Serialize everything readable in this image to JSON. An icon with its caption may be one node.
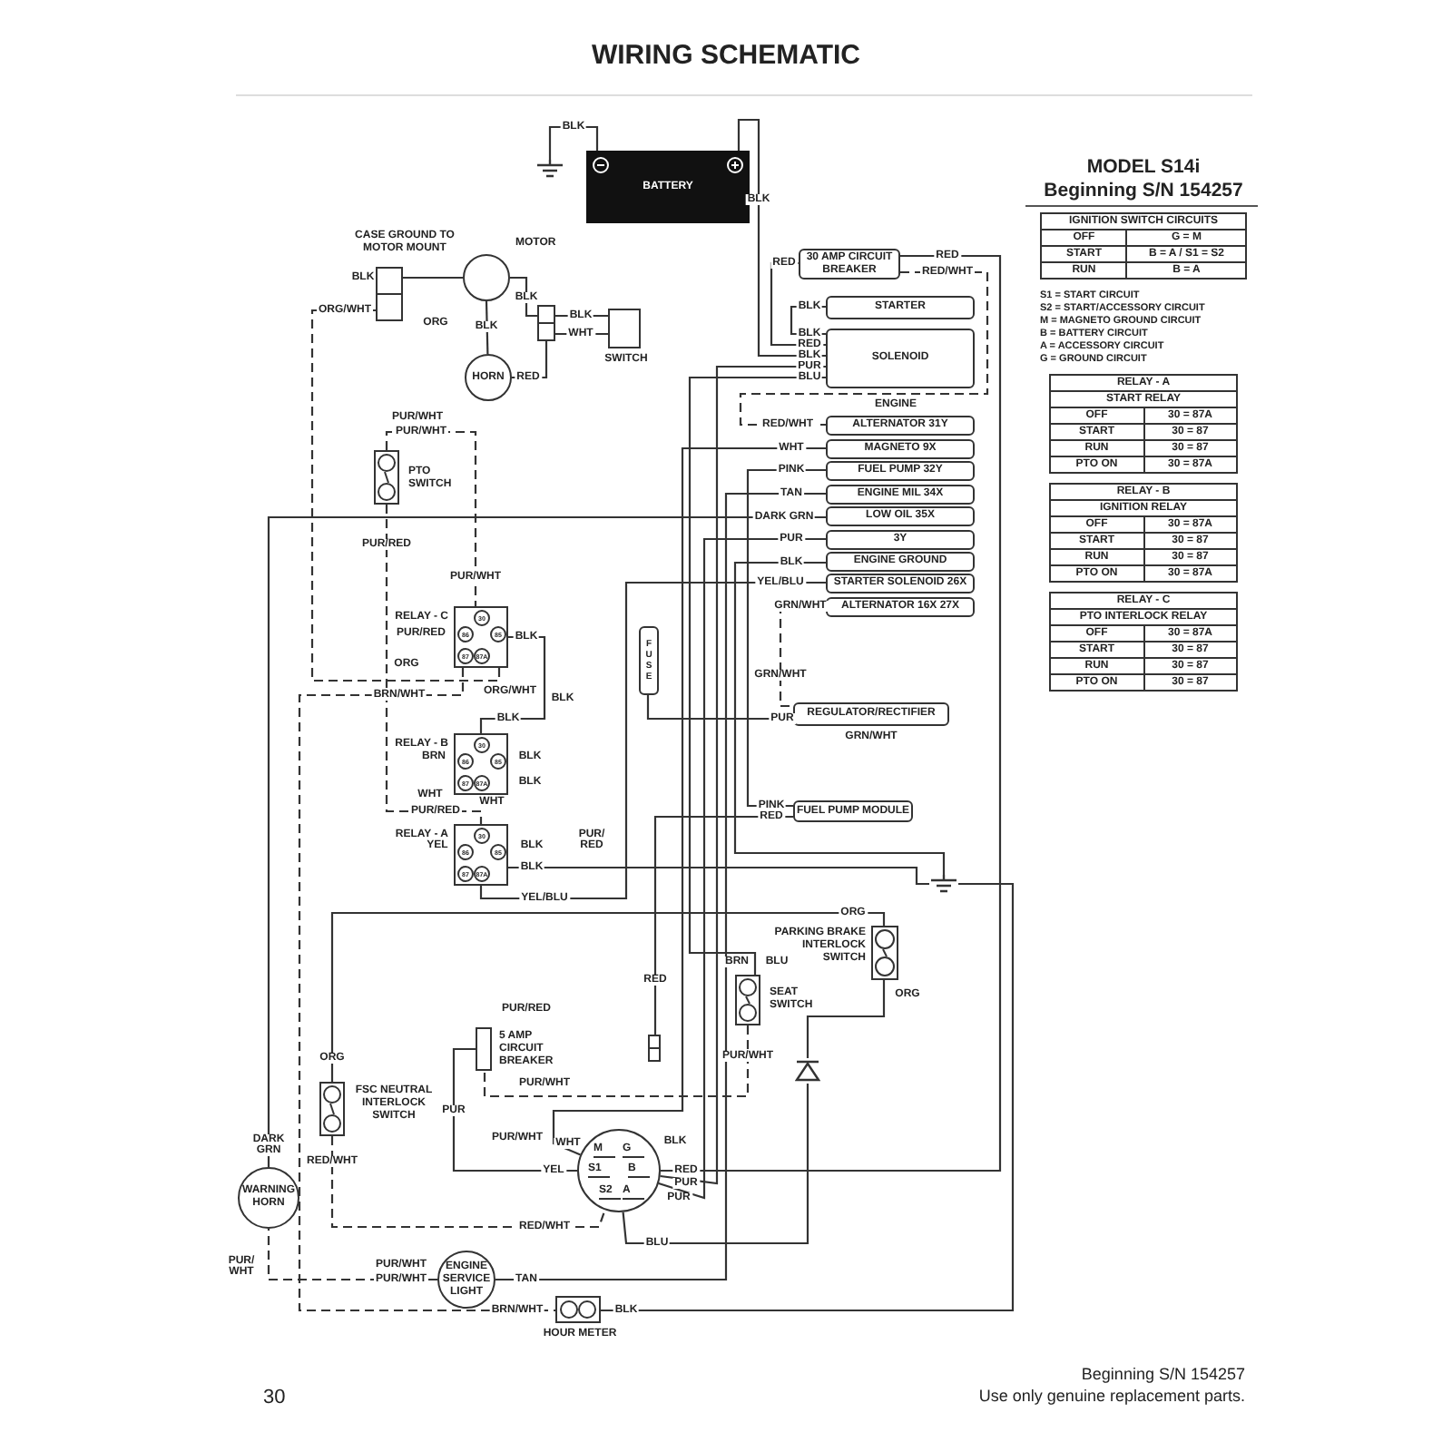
{
  "diagram": {
    "title": "WIRING SCHEMATIC",
    "nodes": [
      {
        "text": [
          "BATTERY"
        ]
      },
      {
        "text": [],
        "shape": "ground"
      },
      {
        "text": [
          "30 AMP CIRCUIT BREAKER"
        ]
      },
      {
        "text": [
          "STARTER"
        ]
      },
      {
        "text": [
          "SOLENOID"
        ]
      },
      {
        "text": [
          "ALTERNATOR 31Y"
        ]
      },
      {
        "text": [
          "MAGNETO 9X"
        ]
      },
      {
        "text": [
          "FUEL PUMP 32Y"
        ]
      },
      {
        "text": [
          "ENGINE MIL 34X"
        ]
      },
      {
        "text": [
          "LOW OIL 35X"
        ]
      },
      {
        "text": [
          "3Y"
        ]
      },
      {
        "text": [
          "ENGINE GROUND"
        ]
      },
      {
        "text": [
          "STARTER SOLENOID 26X"
        ]
      },
      {
        "text": [
          "ALTERNATOR 16X 27X"
        ]
      },
      {
        "text": [],
        "shape": "connector"
      },
      {
        "text": [
          "MOTOR"
        ]
      },
      {
        "text": [],
        "shape": "connector"
      },
      {
        "text": [
          "SWITCH"
        ]
      },
      {
        "text": [
          "HORN"
        ]
      },
      {
        "text": [
          "PTO SWITCH"
        ]
      },
      {
        "text": [
          "RELAY - C",
          "30",
          "86",
          "85",
          "87",
          "87A"
        ]
      },
      {
        "text": [
          "RELAY - B",
          "30",
          "86",
          "85",
          "87",
          "87A"
        ]
      },
      {
        "text": [
          "RELAY - A",
          "30",
          "86",
          "85",
          "87",
          "87A"
        ]
      },
      {
        "text": [
          "FUSE"
        ]
      },
      {
        "text": [
          "REGULATOR/RECTIFIER"
        ]
      },
      {
        "text": [
          "FUEL PUMP MODULE"
        ]
      },
      {
        "text": [],
        "shape": "ground"
      },
      {
        "text": [
          "PARKING BRAKE INTERLOCK SWITCH"
        ]
      },
      {
        "text": [
          "SEAT SWITCH"
        ]
      },
      {
        "text": [
          "5 AMP CIRCUIT BREAKER"
        ]
      },
      {
        "text": [],
        "shape": "connector"
      },
      {
        "text": [
          "FSC NEUTRAL INTERLOCK SWITCH"
        ]
      },
      {
        "text": [
          "WARNING HORN"
        ]
      },
      {
        "text": [
          "M",
          "G",
          "S1",
          "B",
          "S2",
          "A"
        ]
      },
      {
        "text": [],
        "shape": "diode"
      },
      {
        "text": [
          "ENGINE SERVICE LIGHT"
        ]
      },
      {
        "text": [
          "HOUR METER"
        ]
      }
    ],
    "edges": [
      {
        "from": 0,
        "to": 1,
        "arrow": "none",
        "label": "BLK"
      },
      {
        "from": 0,
        "to": 4,
        "arrow": "none",
        "label": "BLK"
      },
      {
        "from": 2,
        "to": 4,
        "arrow": "none",
        "label": "RED"
      },
      {
        "from": 2,
        "to": 33,
        "arrow": "none",
        "label": "RED"
      },
      {
        "from": 3,
        "to": 4,
        "arrow": "none",
        "label": "BLK"
      },
      {
        "from": 4,
        "to": 33,
        "arrow": "none",
        "label": "PUR"
      },
      {
        "from": 4,
        "to": 28,
        "arrow": "none",
        "label": "BLU"
      },
      {
        "from": 2,
        "to": 5,
        "arrow": "none",
        "label": "RED/WHT",
        "style": "dashed"
      },
      {
        "from": 6,
        "to": 33,
        "arrow": "none",
        "label": "WHT"
      },
      {
        "from": 7,
        "to": 25,
        "arrow": "none",
        "label": "PINK"
      },
      {
        "from": 8,
        "to": 35,
        "arrow": "none",
        "label": "TAN"
      },
      {
        "from": 9,
        "to": 32,
        "arrow": "none",
        "label": "DARK GRN"
      },
      {
        "from": 10,
        "to": 33,
        "arrow": "none",
        "label": "PUR"
      },
      {
        "from": 11,
        "to": 26,
        "arrow": "none",
        "label": "BLK"
      },
      {
        "from": 12,
        "to": 22,
        "arrow": "none",
        "label": "YEL/BLU"
      },
      {
        "from": 13,
        "to": 24,
        "arrow": "none",
        "label": "GRN/WHT",
        "style": "dashed"
      },
      {
        "from": 14,
        "to": 15,
        "arrow": "none"
      },
      {
        "from": 15,
        "to": 16,
        "arrow": "none",
        "label": "BLK"
      },
      {
        "from": 16,
        "to": 17,
        "arrow": "none",
        "label": "BLK"
      },
      {
        "from": 16,
        "to": 17,
        "arrow": "none",
        "label": "WHT"
      },
      {
        "from": 15,
        "to": 18,
        "arrow": "none",
        "label": "BLK"
      },
      {
        "from": 18,
        "to": 16,
        "arrow": "none",
        "label": "RED"
      },
      {
        "from": 14,
        "to": 20,
        "arrow": "none",
        "label": "ORG/WHT",
        "style": "dashed"
      },
      {
        "from": 19,
        "to": 20,
        "arrow": "none",
        "label": "PUR/WHT",
        "style": "dashed"
      },
      {
        "from": 19,
        "to": 22,
        "arrow": "none",
        "label": "PUR/RED",
        "style": "dashed"
      },
      {
        "from": 20,
        "to": 21,
        "arrow": "none",
        "label": "BLK"
      },
      {
        "from": 22,
        "to": 26,
        "arrow": "none",
        "label": "BLK"
      },
      {
        "from": 24,
        "to": 23,
        "arrow": "none",
        "label": "PUR"
      },
      {
        "from": 25,
        "to": 30,
        "arrow": "none",
        "label": "RED"
      },
      {
        "from": 27,
        "to": 31,
        "arrow": "none",
        "label": "ORG"
      },
      {
        "from": 28,
        "to": 29,
        "arrow": "none",
        "label": "PUR/WHT",
        "style": "dashed"
      },
      {
        "from": 29,
        "to": 33,
        "arrow": "none",
        "label": "PUR"
      },
      {
        "from": 31,
        "to": 33,
        "arrow": "none",
        "label": "RED/WHT",
        "style": "dashed"
      },
      {
        "from": 33,
        "to": 34,
        "arrow": "none",
        "label": "BLU"
      },
      {
        "from": 35,
        "to": 32,
        "arrow": "none",
        "label": "PUR/WHT",
        "style": "dashed"
      },
      {
        "from": 36,
        "to": 26,
        "arrow": "none",
        "label": "BLK"
      },
      {
        "from": 20,
        "to": 36,
        "arrow": "none",
        "label": "BRN/WHT",
        "style": "dashed"
      },
      {
        "from": 34,
        "to": 27,
        "arrow": "none"
      }
    ],
    "labels": [
      "MODEL S14i",
      "Beginning S/N 154257",
      "IGNITION SWITCH CIRCUITS",
      "OFF",
      "G = M",
      "START",
      "B = A / S1 = S2",
      "RUN",
      "B = A",
      "S1 = START CIRCUIT",
      "S2 = START/ACCESSORY CIRCUIT",
      "M = MAGNETO GROUND CIRCUIT",
      "B = BATTERY CIRCUIT",
      "A = ACCESSORY CIRCUIT",
      "G = GROUND CIRCUIT",
      "RELAY - A",
      "START RELAY",
      "OFF",
      "30 = 87A",
      "START",
      "30 = 87",
      "RUN",
      "30 = 87",
      "PTO ON",
      "30 = 87A",
      "RELAY - B",
      "IGNITION RELAY",
      "OFF",
      "30 = 87A",
      "START",
      "30 = 87",
      "RUN",
      "30 = 87",
      "PTO ON",
      "30 = 87A",
      "RELAY - C",
      "PTO INTERLOCK RELAY",
      "OFF",
      "30 = 87A",
      "START",
      "30 = 87",
      "RUN",
      "30 = 87",
      "PTO ON",
      "30 = 87",
      "ENGINE",
      "CASE GROUND TO MOTOR MOUNT",
      "BLK",
      "RED",
      "BLK",
      "BLK",
      "ORG",
      "PUR/WHT",
      "RED/WHT",
      "PUR/WHT",
      "PUR/RED",
      "ORG",
      "ORG/WHT",
      "BLK",
      "BLK",
      "BRN",
      "BLK",
      "BLK",
      "WHT",
      "WHT",
      "PUR/RED",
      "YEL",
      "BLK",
      "YEL/BLU",
      "GRN/WHT",
      "GRN/WHT",
      "PINK",
      "PUR/ RED",
      "ORG",
      "BRN",
      "BLU",
      "PUR/RED",
      "PUR/WHT",
      "PUR/WHT",
      "RED",
      "ORG",
      "WHT",
      "BLK",
      "YEL",
      "RED",
      "PUR",
      "PUR",
      "RED/WHT",
      "DARK GRN",
      "PUR/ WHT",
      "PUR/WHT",
      "TAN",
      "BRN/WHT",
      "30",
      "Beginning S/N 154257",
      "Use only genuine replacement parts."
    ]
  }
}
